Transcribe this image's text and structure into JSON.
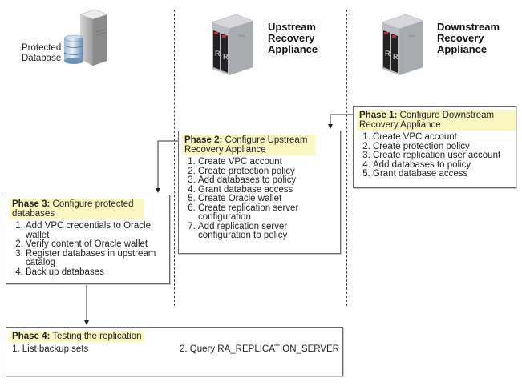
{
  "columns": {
    "protected_database": {
      "icon": "database-server-icon",
      "label_line1": "Protected",
      "label_line2": "Database"
    },
    "upstream": {
      "icon": "recovery-appliance-icon",
      "label_line1": "Upstream",
      "label_line2": "Recovery",
      "label_line3": "Appliance"
    },
    "downstream": {
      "icon": "recovery-appliance-icon",
      "label_line1": "Downstream",
      "label_line2": "Recovery",
      "label_line3": "Appliance"
    }
  },
  "phases": {
    "phase1": {
      "prefix": "Phase 1:",
      "title": " Configure Downstream Recovery Appliance",
      "steps": [
        "Create VPC account",
        "Create protection policy",
        "Create replication user account",
        "Add databases to policy",
        "Grant database access"
      ]
    },
    "phase2": {
      "prefix": "Phase 2:",
      "title": " Configure Upstream Recovery Appliance",
      "steps": [
        "Create VPC account",
        "Create protection policy",
        "Add databases to policy",
        "Grant database access",
        "Create Oracle wallet",
        "Create replication server configuration",
        "Add replication server configuration to policy"
      ]
    },
    "phase3": {
      "prefix": "Phase 3:",
      "title": " Configure protected databases",
      "steps": [
        "Add VPC credentials to Oracle wallet",
        "Verify content of Oracle wallet",
        "Register databases in upstream catalog",
        "Back up databases"
      ]
    },
    "phase4": {
      "prefix": "Phase 4:",
      "title": " Testing the replication",
      "step1": "1. List backup sets",
      "step2": "2. Query RA_REPLICATION_SERVER"
    }
  },
  "colors": {
    "highlight": "#fbf7c3",
    "box_border": "#6a6a6a",
    "appliance_red": "#c8313a"
  }
}
